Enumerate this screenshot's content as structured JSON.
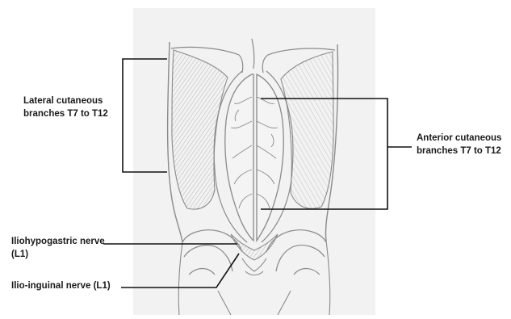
{
  "labels": {
    "lateral_line1": "Lateral cutaneous",
    "lateral_line2": "branches T7 to T12",
    "anterior_line1": "Anterior cutaneous",
    "anterior_line2": "branches T7 to T12",
    "iliohypogastric_line1": "Iliohypogastric nerve",
    "iliohypogastric_line2": "(L1)",
    "ilioinguinal": "Ilio-inguinal nerve (L1)"
  },
  "colors": {
    "paper": "#f2f2f2",
    "pencil": "#8a8a8a",
    "shading": "#9a9a9a",
    "leader_line": "#111111",
    "label_text": "#1a1a1a"
  }
}
